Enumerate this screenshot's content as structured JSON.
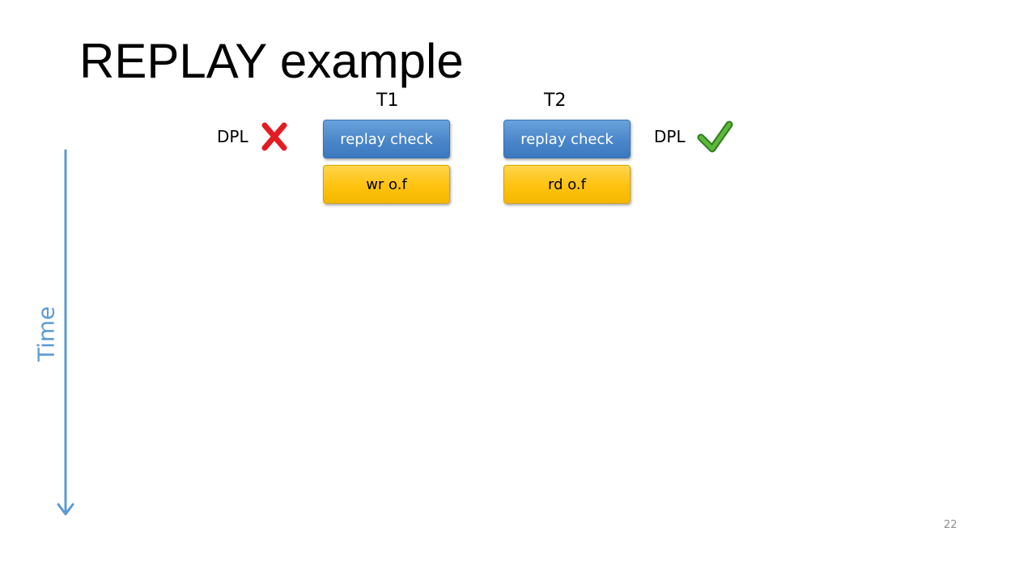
{
  "slide": {
    "title": "REPLAY example",
    "page_number": "22",
    "time_label": "Time"
  },
  "threads": [
    {
      "label": "T1",
      "dpl_label": "DPL",
      "dpl_status_icon": "red-x-icon",
      "boxes": [
        {
          "label": "replay check",
          "color": "#4a86c9"
        },
        {
          "label": "wr o.f",
          "color": "#ffc20e"
        }
      ]
    },
    {
      "label": "T2",
      "dpl_label": "DPL",
      "dpl_status_icon": "green-checkmark-icon",
      "boxes": [
        {
          "label": "replay check",
          "color": "#4a86c9"
        },
        {
          "label": "rd o.f",
          "color": "#ffc20e"
        }
      ]
    }
  ],
  "colors": {
    "time_arrow": "#5b9bd5",
    "x_mark": "#e31c23",
    "check_mark": "#4fa82e"
  }
}
